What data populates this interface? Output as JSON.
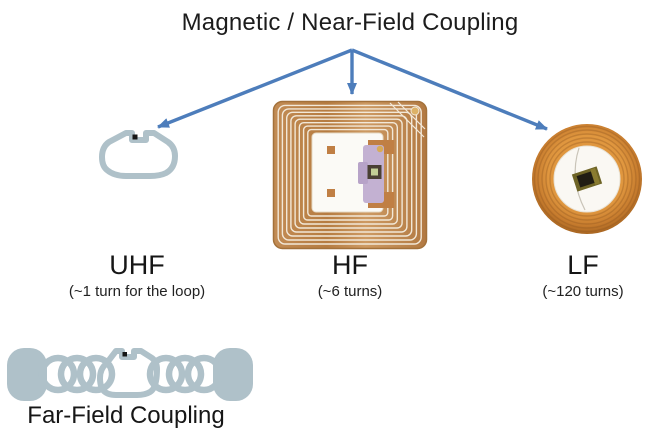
{
  "title": "Magnetic / Near-Field Coupling",
  "near_field_groups": [
    {
      "id": "uhf",
      "label": "UHF",
      "sublabel": "(~1 turn for the loop)",
      "icon": "uhf-loop-antenna-icon"
    },
    {
      "id": "hf",
      "label": "HF",
      "sublabel": "(~6 turns)",
      "icon": "hf-square-coil-antenna-icon"
    },
    {
      "id": "lf",
      "label": "LF",
      "sublabel": "(~120 turns)",
      "icon": "lf-round-coil-antenna-icon"
    }
  ],
  "far_field": {
    "label": "Far-Field Coupling",
    "icon": "far-field-meander-dipole-antenna-icon"
  },
  "colors": {
    "arrow_blue": "#4d7dbb",
    "antenna_gray": "#afc1c9",
    "copper": "#c08a52",
    "copper_dark": "#9a6a33",
    "text": "#1a1a1a",
    "background": "#ffffff"
  }
}
